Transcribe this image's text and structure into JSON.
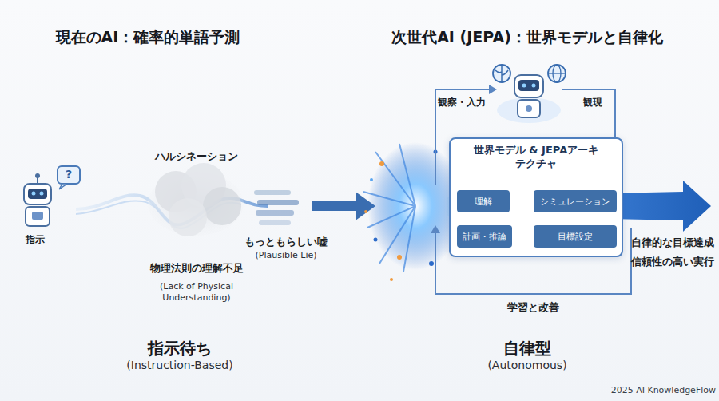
{
  "diagram": {
    "nodes": [
      {
        "text": [
          "世界モデル & JEPAアーキテクチャ"
        ]
      },
      {
        "text": [
          "理解"
        ],
        "in": 0
      },
      {
        "text": [
          "シミュレーション"
        ],
        "in": 0
      },
      {
        "text": [
          "計画・推論"
        ],
        "in": 0
      },
      {
        "text": [
          "目標設定"
        ],
        "in": 0
      }
    ],
    "edges": [
      {
        "from": 1,
        "to": 2,
        "arrow": "to"
      },
      {
        "from": 3,
        "to": 4,
        "arrow": "to"
      }
    ],
    "labels": [
      "現在のAI：確率的単語予測",
      "次世代AI (JEPA)：世界モデルと自律化",
      "指示",
      "ハルシネーション",
      "物理法則の理解不足",
      "(Lack of Physical Understanding)",
      "もっともらしい嘘",
      "(Plausible Lie)",
      "観察・入力",
      "観現",
      "自律的な目標達成",
      "信頼性の高い実行",
      "学習と改善",
      "指示待ち",
      "(Instruction-Based)",
      "自律型",
      "(Autonomous)",
      "2025 AI KnowledgeFlow",
      "?"
    ]
  }
}
